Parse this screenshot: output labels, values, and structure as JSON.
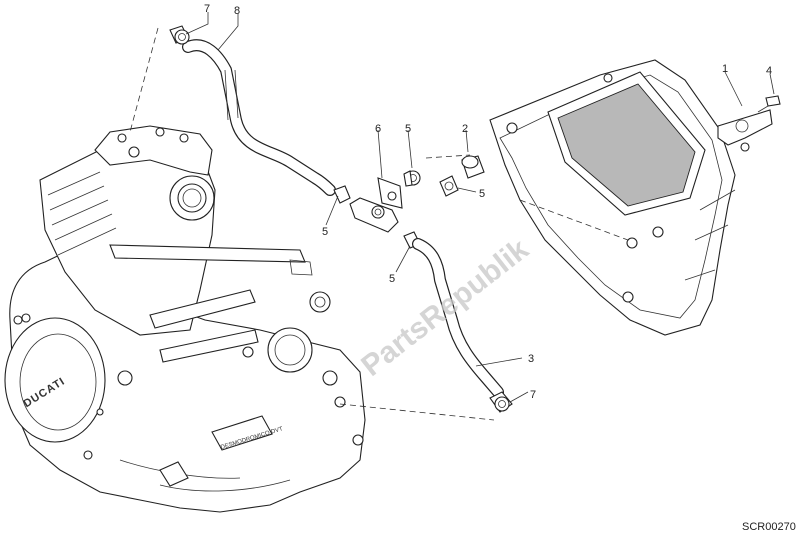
{
  "diagram": {
    "callouts": [
      "7",
      "8",
      "6",
      "5",
      "2",
      "1",
      "4",
      "5",
      "5",
      "5",
      "3",
      "7"
    ],
    "drawing_code": "SCR00270",
    "watermark": "PartsRepublik",
    "engine_logo": "DUCATI",
    "plate_text": "DESMODROMICO DVT"
  }
}
